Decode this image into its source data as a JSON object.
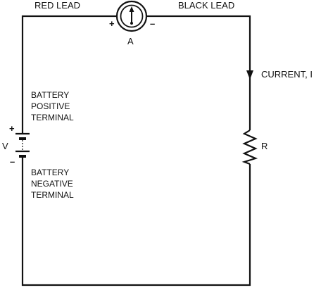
{
  "labels": {
    "red_lead": "RED LEAD",
    "black_lead": "BLACK LEAD",
    "ammeter": "A",
    "ammeter_plus": "+",
    "ammeter_minus": "–",
    "current": "CURRENT, I",
    "resistor": "R",
    "voltage": "V",
    "battery_plus": "+",
    "battery_minus": "–",
    "battery_positive_terminal": [
      "BATTERY",
      "POSITIVE",
      "TERMINAL"
    ],
    "battery_negative_terminal": [
      "BATTERY",
      "NEGATIVE",
      "TERMINAL"
    ]
  },
  "colors": {
    "line": "#111111",
    "background": "#ffffff"
  }
}
